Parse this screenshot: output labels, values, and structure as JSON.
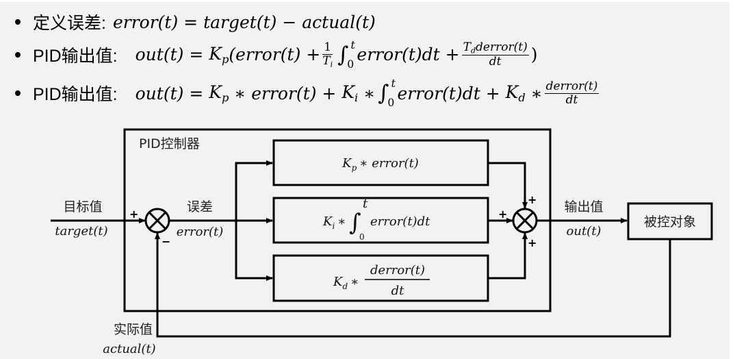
{
  "formulas": {
    "error_def": {
      "label": "定义误差:",
      "lhs": "error(t)",
      "eq": "=",
      "t1": "target(t)",
      "minus": "−",
      "t2": "actual(t)"
    },
    "pid_output_1": {
      "label": "PID输出值:",
      "lhs": "out(t)",
      "eq": "=",
      "kp": "K",
      "kp_sub": "p",
      "open": "(error(t) +",
      "frac1_num": "1",
      "frac1_den_main": "T",
      "frac1_den_sub": "i",
      "int_sym": "∫",
      "int_upper": "t",
      "int_lower": "0",
      "int_body": "error(t)dt +",
      "frac2_num_main": "T",
      "frac2_num_sub": "d",
      "frac2_num_rest": "derror(t)",
      "frac2_den": "dt",
      "close": ")"
    },
    "pid_output_2": {
      "label": "PID输出值:",
      "lhs": "out(t)",
      "eq": "=",
      "kp": "K",
      "kp_sub": "p",
      "term1": "∗ error(t) +",
      "ki": "K",
      "ki_sub": "i",
      "star": "∗",
      "int_sym": "∫",
      "int_upper": "t",
      "int_lower": "0",
      "int_body": "error(t)dt +",
      "kd": "K",
      "kd_sub": "d",
      "star2": "∗",
      "frac_num": "derror(t)",
      "frac_den": "dt"
    }
  },
  "diagram": {
    "controller_title": "PID控制器",
    "input_label_cn": "目标值",
    "input_label_math": "target(t)",
    "error_label_cn": "误差",
    "error_label_math": "error(t)",
    "output_label_cn": "输出值",
    "output_label_math": "out(t)",
    "feedback_label_cn": "实际值",
    "feedback_label_math": "actual(t)",
    "plant_label": "被控对象",
    "p_block": {
      "k": "K",
      "sub": "p",
      "expr": "∗ error(t)"
    },
    "i_block": {
      "k": "K",
      "sub": "i",
      "star": "∗",
      "int": "∫",
      "upper": "t",
      "lower": "0",
      "expr": "error(t)dt"
    },
    "d_block": {
      "k": "K",
      "sub": "d",
      "star": "∗",
      "num": "derror(t)",
      "den": "dt"
    },
    "sum1_signs": {
      "left": "+",
      "bottom": "−"
    },
    "sum2_signs": {
      "top": "+",
      "left": "+",
      "bottom": "+"
    }
  }
}
